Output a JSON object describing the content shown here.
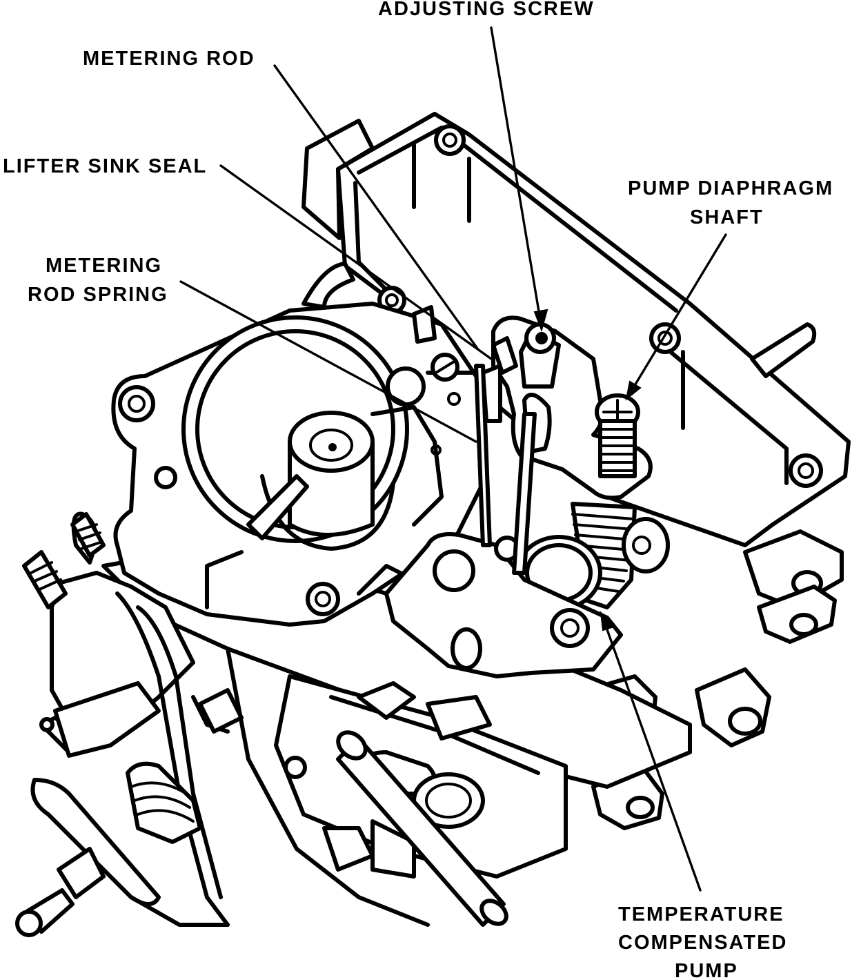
{
  "labels": {
    "adjusting_screw": "ADJUSTING SCREW",
    "metering_rod": "METERING ROD",
    "lifter_sink_seal": "LIFTER SINK SEAL",
    "pump_diaphragm_shaft_line1": "PUMP DIAPHRAGM",
    "pump_diaphragm_shaft_line2": "SHAFT",
    "metering_rod_spring_line1": "METERING",
    "metering_rod_spring_line2": "ROD SPRING",
    "temperature_compensated_pump_line1": "TEMPERATURE",
    "temperature_compensated_pump_line2": "COMPENSATED",
    "temperature_compensated_pump_line3": "PUMP"
  },
  "colors": {
    "ink": "#000000",
    "paper": "#ffffff"
  }
}
